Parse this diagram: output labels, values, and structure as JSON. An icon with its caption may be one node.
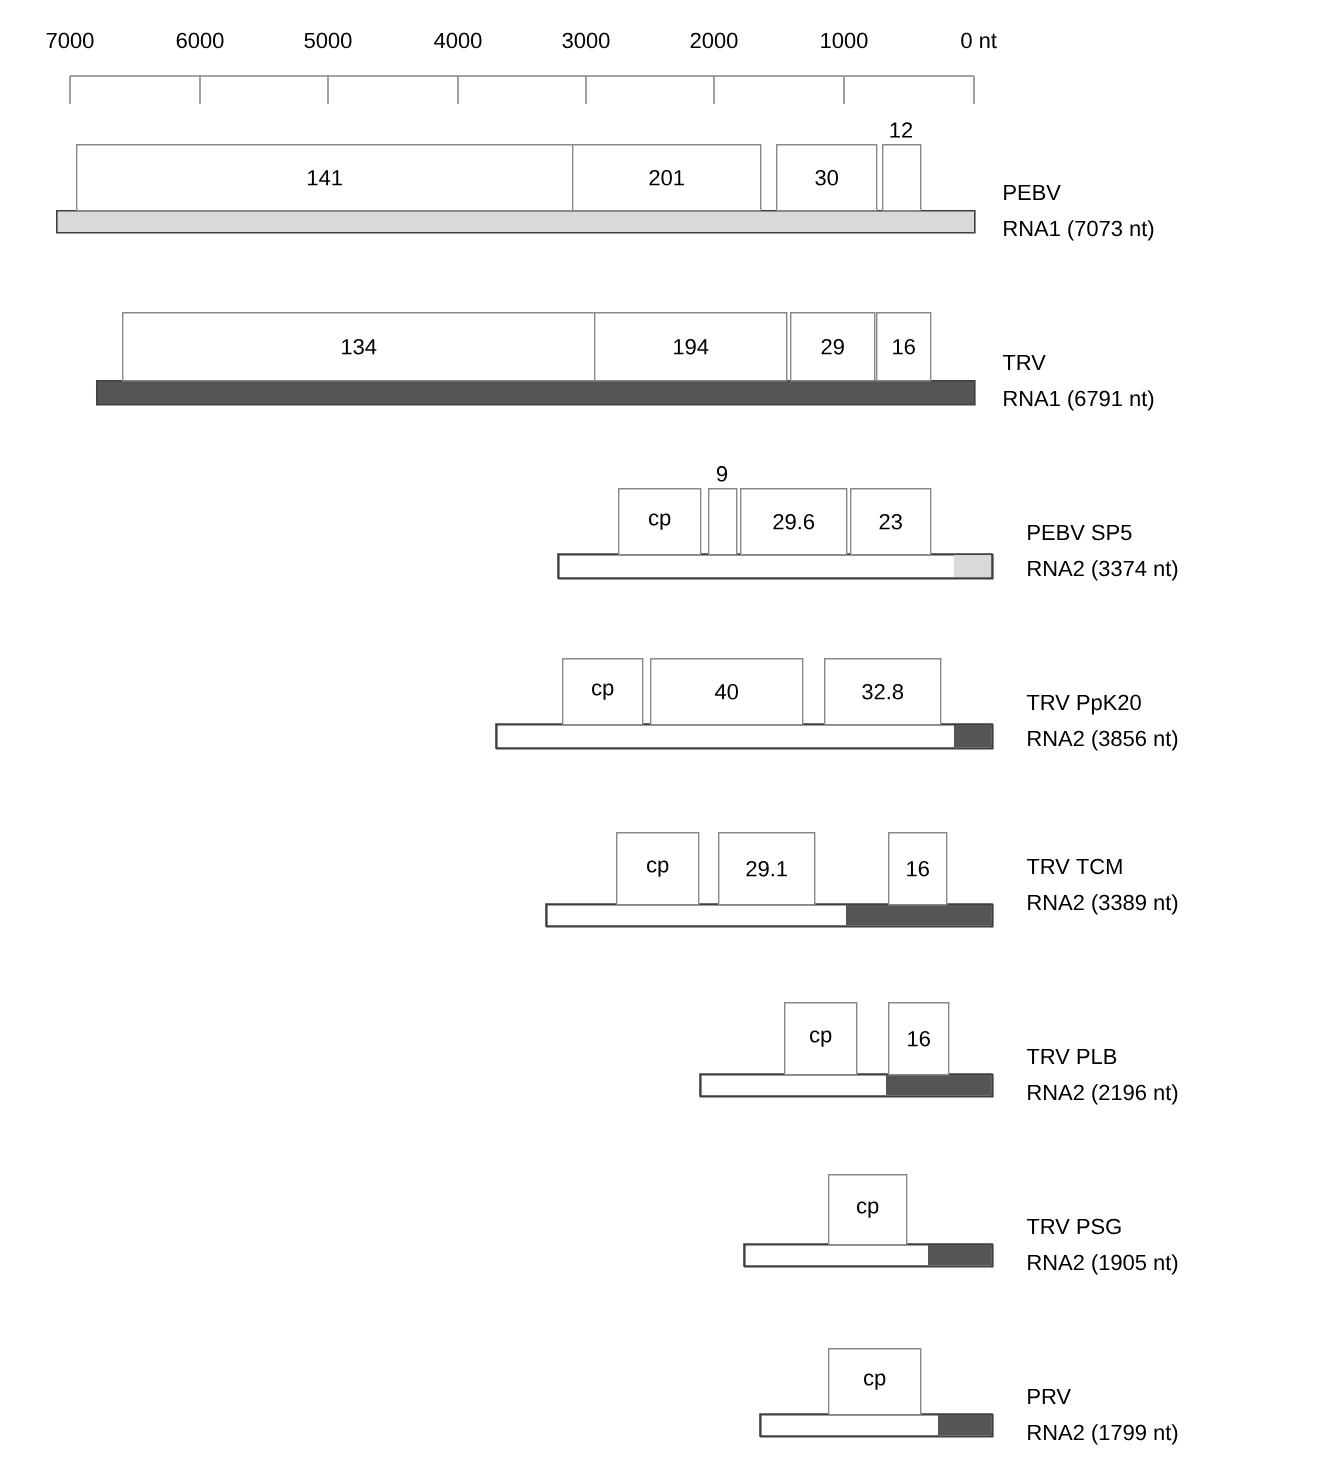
{
  "diagram": {
    "nodes": [
      {
        "text": [
          "141"
        ]
      },
      {
        "text": [
          "201"
        ]
      },
      {
        "text": [
          "30"
        ]
      },
      {
        "text": [
          "12"
        ]
      },
      {
        "text": [],
        "shape": "bar",
        "beside": [
          "PEBV",
          "RNA1 (7073 nt)"
        ]
      },
      {
        "text": [
          "134"
        ]
      },
      {
        "text": [
          "194"
        ]
      },
      {
        "text": [
          "29"
        ]
      },
      {
        "text": [
          "16"
        ]
      },
      {
        "text": [],
        "shape": "bar",
        "beside": [
          "TRV",
          "RNA1 (6791 nt)"
        ]
      },
      {
        "text": [
          "cp"
        ]
      },
      {
        "text": [
          "9"
        ]
      },
      {
        "text": [
          "29.6"
        ]
      },
      {
        "text": [
          "23"
        ]
      },
      {
        "text": [],
        "shape": "bar",
        "beside": [
          "PEBV SP5",
          "RNA2 (3374 nt)"
        ]
      },
      {
        "text": [
          "cp"
        ]
      },
      {
        "text": [
          "40"
        ]
      },
      {
        "text": [
          "32.8"
        ]
      },
      {
        "text": [],
        "shape": "bar",
        "beside": [
          "TRV PpK20",
          "RNA2 (3856 nt)"
        ]
      },
      {
        "text": [
          "cp"
        ]
      },
      {
        "text": [
          "29.1"
        ]
      },
      {
        "text": [
          "16"
        ]
      },
      {
        "text": [],
        "shape": "bar",
        "beside": [
          "TRV TCM",
          "RNA2 (3389 nt)"
        ]
      },
      {
        "text": [
          "cp"
        ]
      },
      {
        "text": [
          "16"
        ]
      },
      {
        "text": [],
        "shape": "bar",
        "beside": [
          "TRV PLB",
          "RNA2 (2196 nt)"
        ]
      },
      {
        "text": [
          "cp"
        ]
      },
      {
        "text": [],
        "shape": "bar",
        "beside": [
          "TRV PSG",
          "RNA2 (1905 nt)"
        ]
      },
      {
        "text": [
          "cp"
        ]
      },
      {
        "text": [],
        "shape": "bar",
        "beside": [
          "PRV",
          "RNA2 (1799 nt)"
        ]
      }
    ],
    "labels": [
      "7000",
      "6000",
      "5000",
      "4000",
      "3000",
      "2000",
      "1000",
      "0 nt"
    ]
  }
}
